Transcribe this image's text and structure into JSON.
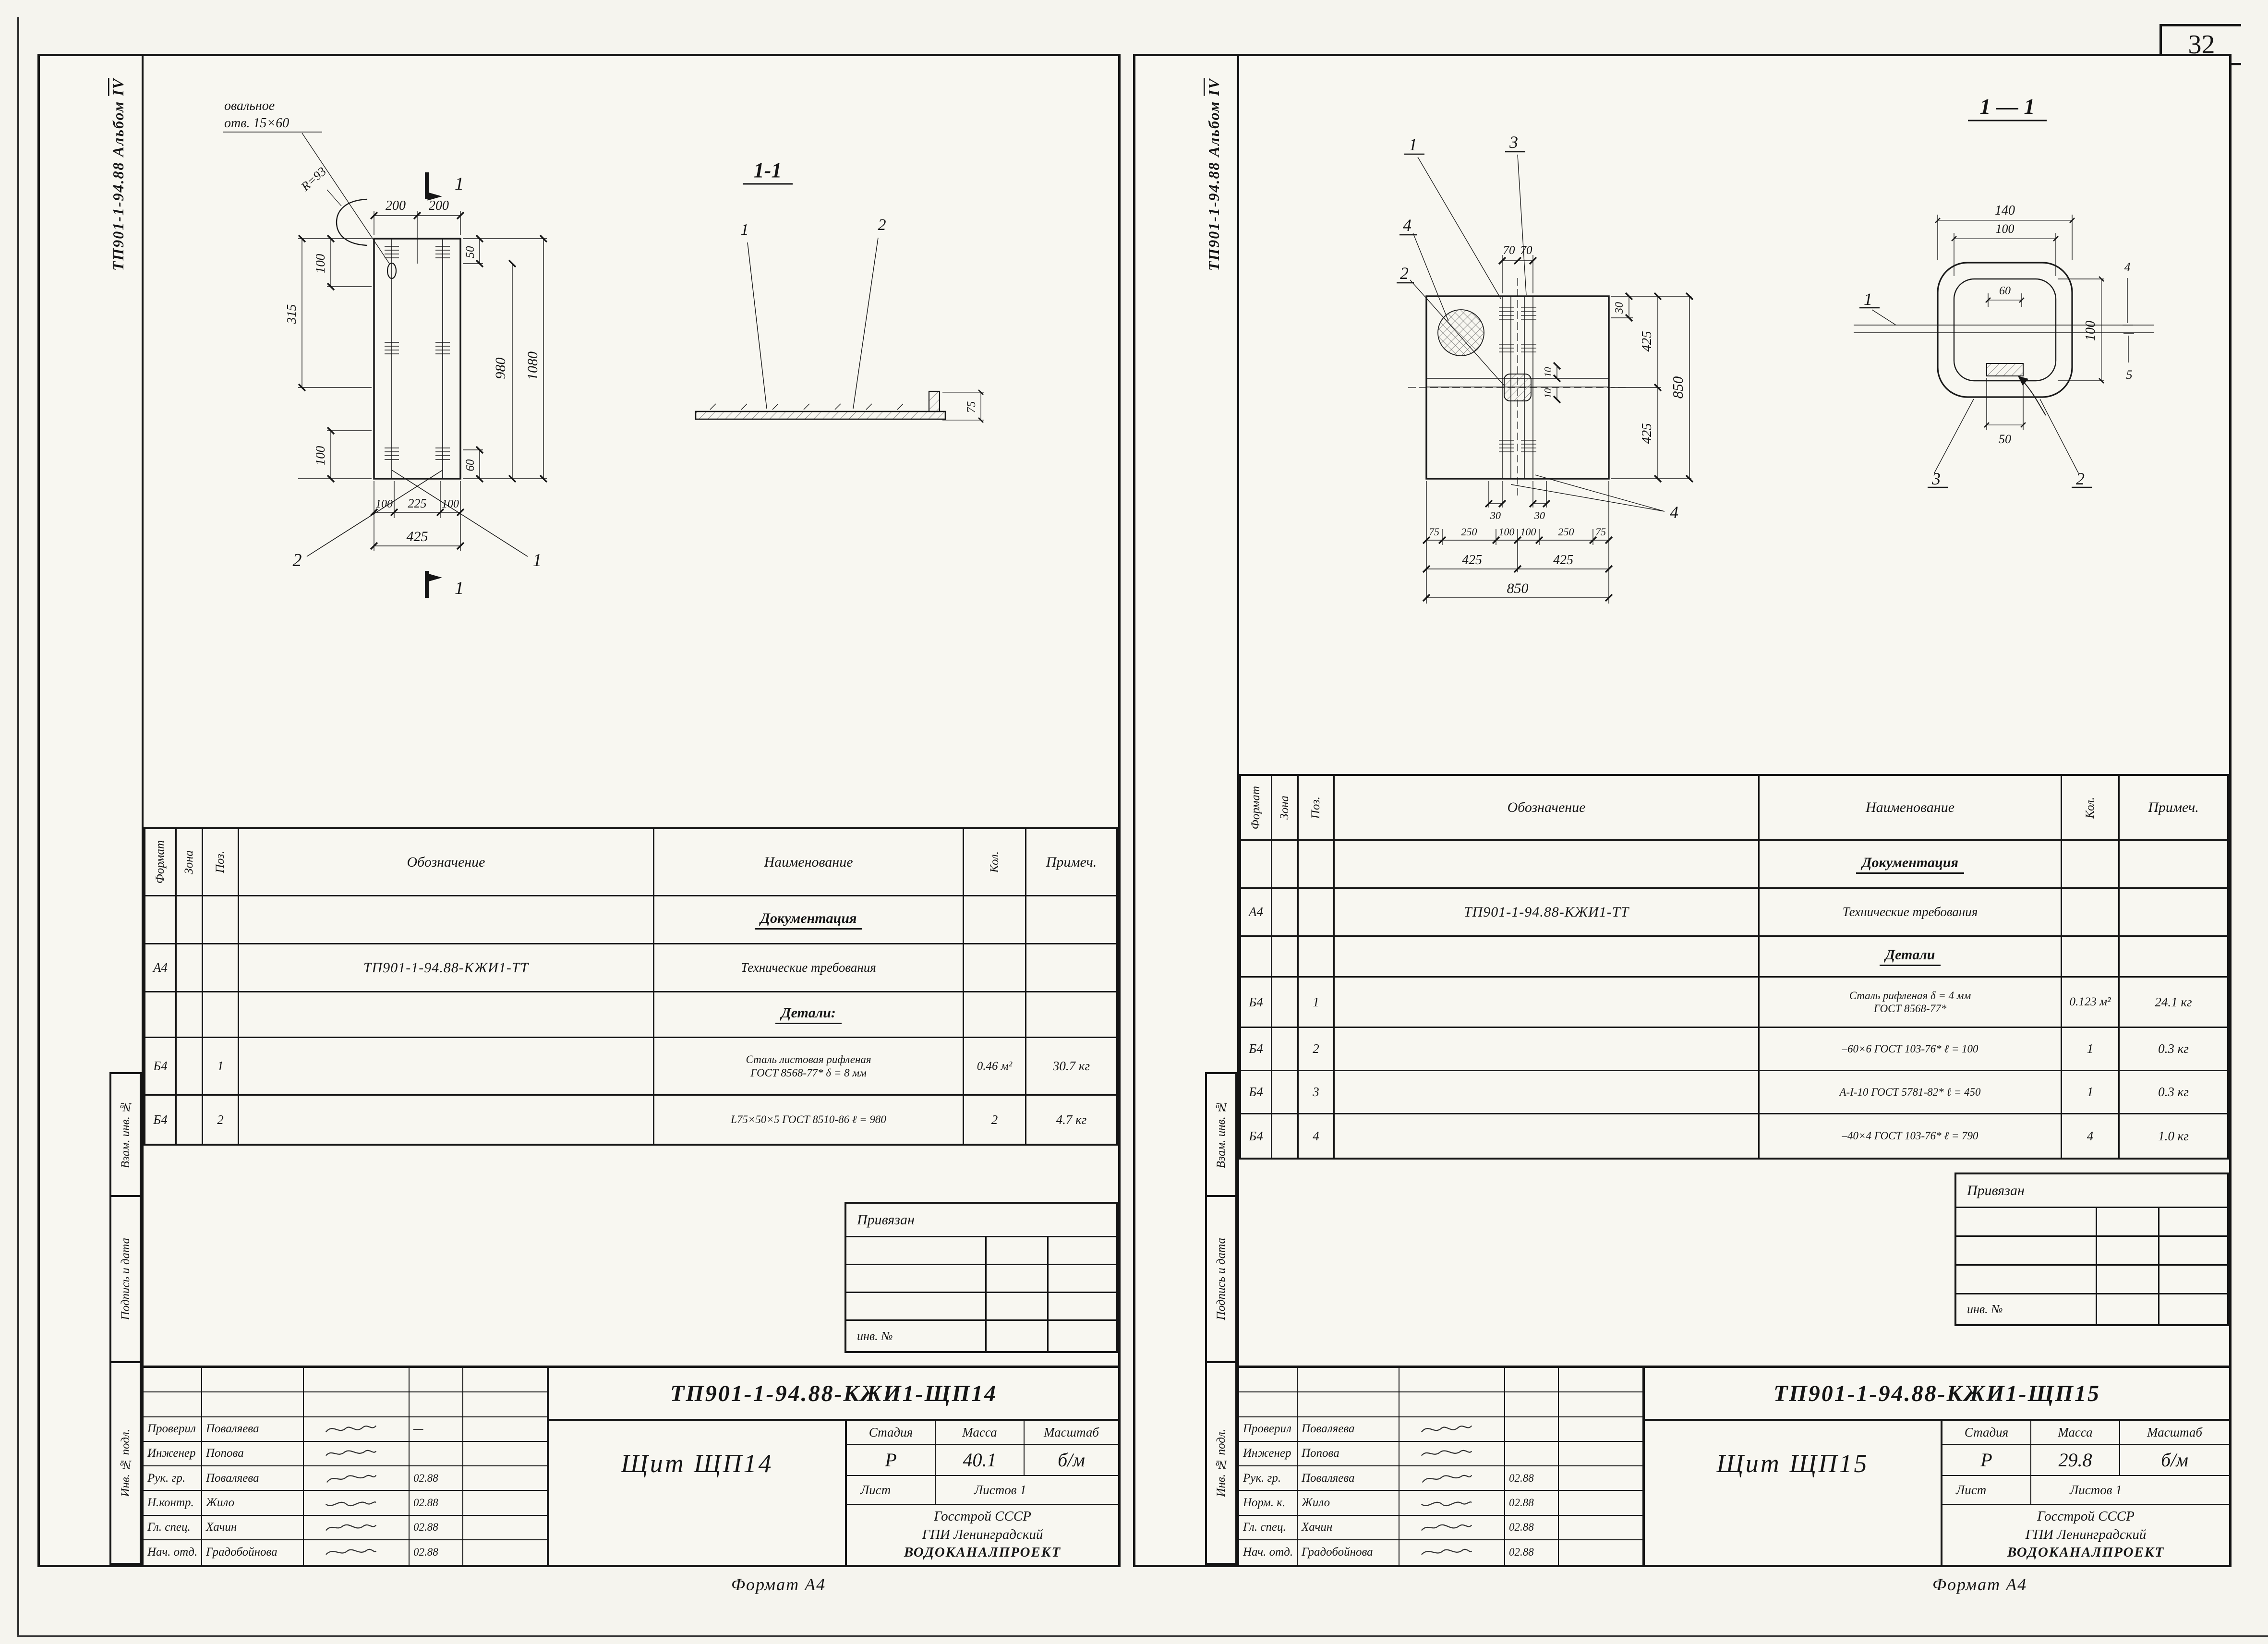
{
  "page": {
    "number": "32",
    "format_left": "Формат А4",
    "format_right": "Формат А4"
  },
  "sheets": [
    {
      "album": "ТП901-1-94.88  Альбом",
      "album_num": "IV",
      "margins": [
        "Взам. инв. №",
        "Подпись и дата",
        "Инв. № подл."
      ],
      "drawing": {
        "note1": "овальное",
        "note2": "отв. 15×60",
        "r_note": "R=93",
        "cut_top": "1",
        "cut_bottom": "1",
        "d200a": "200",
        "d200b": "200",
        "d100t": "100",
        "d315": "315",
        "d50": "50",
        "d980": "980",
        "d1080": "1080",
        "d100bl": "100",
        "d60": "60",
        "db100a": "100",
        "db225": "225",
        "db100b": "100",
        "db425": "425",
        "lbl2": "2",
        "lbl1": "1",
        "sec_title": "1-1",
        "sec1": "1",
        "sec2": "2",
        "sec75": "75"
      },
      "spec": {
        "headers": {
          "format": "Формат",
          "zone": "Зона",
          "pos": "Поз.",
          "designation": "Обозначение",
          "name": "Наименование",
          "qty": "Кол.",
          "note": "Примеч."
        },
        "rows": [
          {
            "section": "Документация"
          },
          {
            "format": "А4",
            "pos": "",
            "designation": "ТП901-1-94.88-КЖИ1-ТТ",
            "name": "Технические требования",
            "qty": "",
            "note": ""
          },
          {
            "section": "Детали:"
          },
          {
            "format": "Б4",
            "pos": "1",
            "designation": "",
            "name": "Сталь листовая рифленая",
            "name2": "ГОСТ 8568-77*   δ = 8 мм",
            "qty": "0.46 м²",
            "note": "30.7 кг"
          },
          {
            "format": "Б4",
            "pos": "2",
            "designation": "",
            "name": "L75×50×5  ГОСТ 8510-86  ℓ = 980",
            "qty": "2",
            "note": "4.7 кг"
          }
        ]
      },
      "binding": {
        "title": "Привязан",
        "inv": "инв. №"
      },
      "tb": {
        "doc": "ТП901-1-94.88-КЖИ1-ЩП14",
        "product": "Щит ЩП14",
        "stage_h": "Стадия",
        "mass_h": "Масса",
        "scale_h": "Масштаб",
        "stage": "Р",
        "mass": "40.1",
        "scale": "б/м",
        "sheet_h": "Лист",
        "sheets_h": "Листов 1",
        "org1": "Госстрой СССР",
        "org2": "ГПИ Ленинградский",
        "org3": "ВОДОКАНАЛПРОЕКТ",
        "sig": [
          {
            "role": "Проверил",
            "name": "Поваляева",
            "date": "—"
          },
          {
            "role": "Инженер",
            "name": "Попова",
            "date": ""
          },
          {
            "role": "Рук. гр.",
            "name": "Поваляева",
            "date": "02.88"
          },
          {
            "role": "Н.контр.",
            "name": "Жило",
            "date": "02.88"
          },
          {
            "role": "Гл. спец.",
            "name": "Хачин",
            "date": "02.88"
          },
          {
            "role": "Нач. отд.",
            "name": "Градобойнова",
            "date": "02.88"
          }
        ]
      }
    },
    {
      "album": "ТП901-1-94.88  Альбом",
      "album_num": "IV",
      "margins": [
        "Взам. инв. №",
        "Подпись и дата",
        "Инв. № подл."
      ],
      "drawing": {
        "sec_title": "1 — 1",
        "d140": "140",
        "d100t": "100",
        "d60": "60",
        "d100r": "100",
        "lbl4r": "4",
        "lbl5r": "5",
        "d50": "50",
        "lbl3s": "3",
        "lbl2s": "2",
        "lbl1s": "1",
        "plan1": "1",
        "plan3": "3",
        "plan4": "4",
        "plan2": "2",
        "plan4b": "4",
        "d70a": "70",
        "d70b": "70",
        "d30r": "30",
        "d425a": "425",
        "d425b": "425",
        "d850r": "850",
        "d10a": "10",
        "d10b": "10",
        "d30a": "30",
        "d30b": "30",
        "b75a": "75",
        "b250a": "250",
        "b100a": "100",
        "b100b": "100",
        "b250b": "250",
        "b75b": "75",
        "b425a": "425",
        "b425b": "425",
        "b850": "850"
      },
      "spec": {
        "headers": {
          "format": "Формат",
          "zone": "Зона",
          "pos": "Поз.",
          "designation": "Обозначение",
          "name": "Наименование",
          "qty": "Кол.",
          "note": "Примеч."
        },
        "rows": [
          {
            "section": "Документация"
          },
          {
            "format": "А4",
            "pos": "",
            "designation": "ТП901-1-94.88-КЖИ1-ТТ",
            "name": "Технические требования",
            "qty": "",
            "note": ""
          },
          {
            "section": "Детали"
          },
          {
            "format": "Б4",
            "pos": "1",
            "designation": "",
            "name": "Сталь рифленая  δ = 4 мм",
            "name2": "ГОСТ 8568-77*",
            "qty": "0.123 м²",
            "note": "24.1 кг"
          },
          {
            "format": "Б4",
            "pos": "2",
            "designation": "",
            "name": "–60×6  ГОСТ 103-76*   ℓ = 100",
            "qty": "1",
            "note": "0.3 кг"
          },
          {
            "format": "Б4",
            "pos": "3",
            "designation": "",
            "name": "А-I-10  ГОСТ 5781-82*  ℓ = 450",
            "qty": "1",
            "note": "0.3 кг"
          },
          {
            "format": "Б4",
            "pos": "4",
            "designation": "",
            "name": "–40×4  ГОСТ 103-76*   ℓ = 790",
            "qty": "4",
            "note": "1.0 кг"
          }
        ]
      },
      "binding": {
        "title": "Привязан",
        "inv": "инв. №"
      },
      "tb": {
        "doc": "ТП901-1-94.88-КЖИ1-ЩП15",
        "product": "Щит ЩП15",
        "stage_h": "Стадия",
        "mass_h": "Масса",
        "scale_h": "Масштаб",
        "stage": "Р",
        "mass": "29.8",
        "scale": "б/м",
        "sheet_h": "Лист",
        "sheets_h": "Листов 1",
        "org1": "Госстрой СССР",
        "org2": "ГПИ Ленинградский",
        "org3": "ВОДОКАНАЛПРОЕКТ",
        "sig": [
          {
            "role": "Проверил",
            "name": "Поваляева",
            "date": ""
          },
          {
            "role": "Инженер",
            "name": "Попова",
            "date": ""
          },
          {
            "role": "Рук. гр.",
            "name": "Поваляева",
            "date": "02.88"
          },
          {
            "role": "Норм. к.",
            "name": "Жило",
            "date": "02.88"
          },
          {
            "role": "Гл. спец.",
            "name": "Хачин",
            "date": "02.88"
          },
          {
            "role": "Нач. отд.",
            "name": "Градобойнова",
            "date": "02.88"
          }
        ]
      }
    }
  ]
}
